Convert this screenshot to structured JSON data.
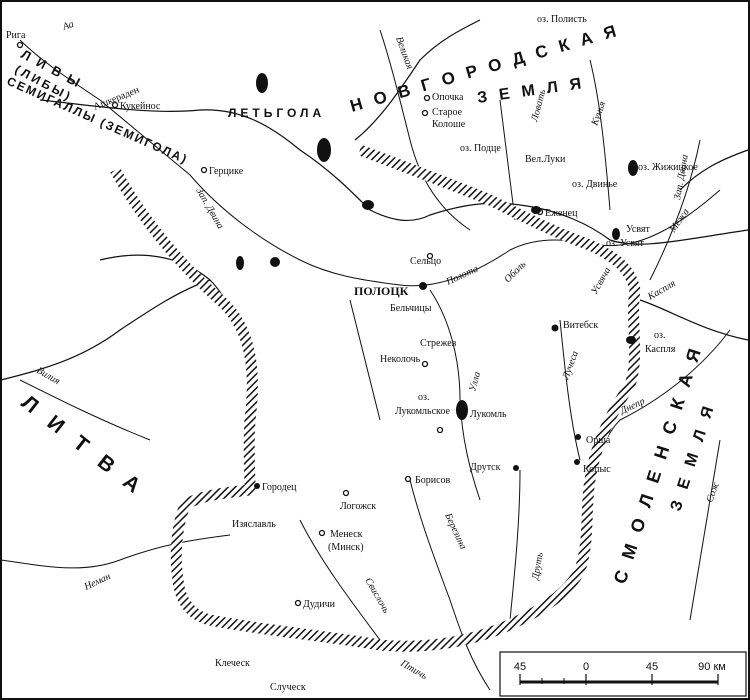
{
  "regions": {
    "livy": "ЛИВЫ",
    "libi": "(ЛИБЫ)",
    "semigally": "СЕМИГАЛЛЫ (ЗЕМИГОЛА)",
    "letgola": "ЛЕТЬГОЛА",
    "novgorod_1": "НОВГОРОДСКАЯ",
    "novgorod_2": "ЗЕМЛЯ",
    "litva": "ЛИТВА",
    "smolensk_1": "СМОЛЕНСКАЯ",
    "smolensk_2": "ЗЕМЛЯ"
  },
  "towns": {
    "riga": "Рига",
    "ashkeraden": "Ашкераден",
    "kukenois": "Кукейнос",
    "gertsike": "Герцике",
    "opochka": "Опочка",
    "staroe_1": "Старое",
    "staroe_2": "Колоше",
    "vel_luki": "Вел.Луки",
    "ezhenets": "Еженец",
    "usvyat": "Усвят",
    "seltso": "Сельцо",
    "polotsk": "ПОЛОЦК",
    "belchitsy": "Бельчицы",
    "vitebsk": "Витебск",
    "strezhev": "Стрежев",
    "nekoloch": "Неколочь",
    "lukoml": "Лукомль",
    "orsha": "Орша",
    "kopys": "Копыс",
    "drutsk": "Друтск",
    "borisov": "Борисов",
    "gorodets": "Городец",
    "logozhsk": "Логожск",
    "izyaslavl": "Изяславль",
    "minsk_1": "Менеск",
    "minsk_2": "(Минск)",
    "dudichi": "Дудичи",
    "klechesk": "Клеческ",
    "slutsk": "Случеск"
  },
  "lakes": {
    "polist": "оз. Полисть",
    "polist_prefix": "оз.",
    "podtse": "оз. Подце",
    "dviniye": "оз. Двинье",
    "zhizhitskoe": "оз. Жижицкое",
    "usvyat_lake": "оз. Усвят",
    "kaspla_prefix": "оз.",
    "kaspla_name": "Каспля",
    "lukomlskoe_prefix": "оз.",
    "lukomlskoe_name": "Лукомльское"
  },
  "rivers": {
    "aa": "Аа",
    "zap_dvina_1": "Зап. Двина",
    "zap_dvina_2": "Зап. Двина",
    "velikaya": "Великая",
    "lovat": "Ловать",
    "kunya": "Кунья",
    "mezha": "Межа",
    "kaspla": "Каспля",
    "usvyacha": "Усвяча",
    "polota": "Полота",
    "obol": "Оболь",
    "ulla": "Улла",
    "luchesa": "Лучеса",
    "dnepr": "Днепр",
    "berezina": "Березина",
    "drut": "Друть",
    "svisloch": "Свислочь",
    "ptich": "Птичь",
    "neman": "Неман",
    "viliya": "Вилия",
    "sozh": "Сож"
  },
  "scale": {
    "ticks": [
      "45",
      "0",
      "45",
      "90 км"
    ],
    "values_km": [
      -45,
      0,
      45,
      90
    ]
  },
  "colors": {
    "ink": "#111111",
    "paper": "#ffffff"
  }
}
